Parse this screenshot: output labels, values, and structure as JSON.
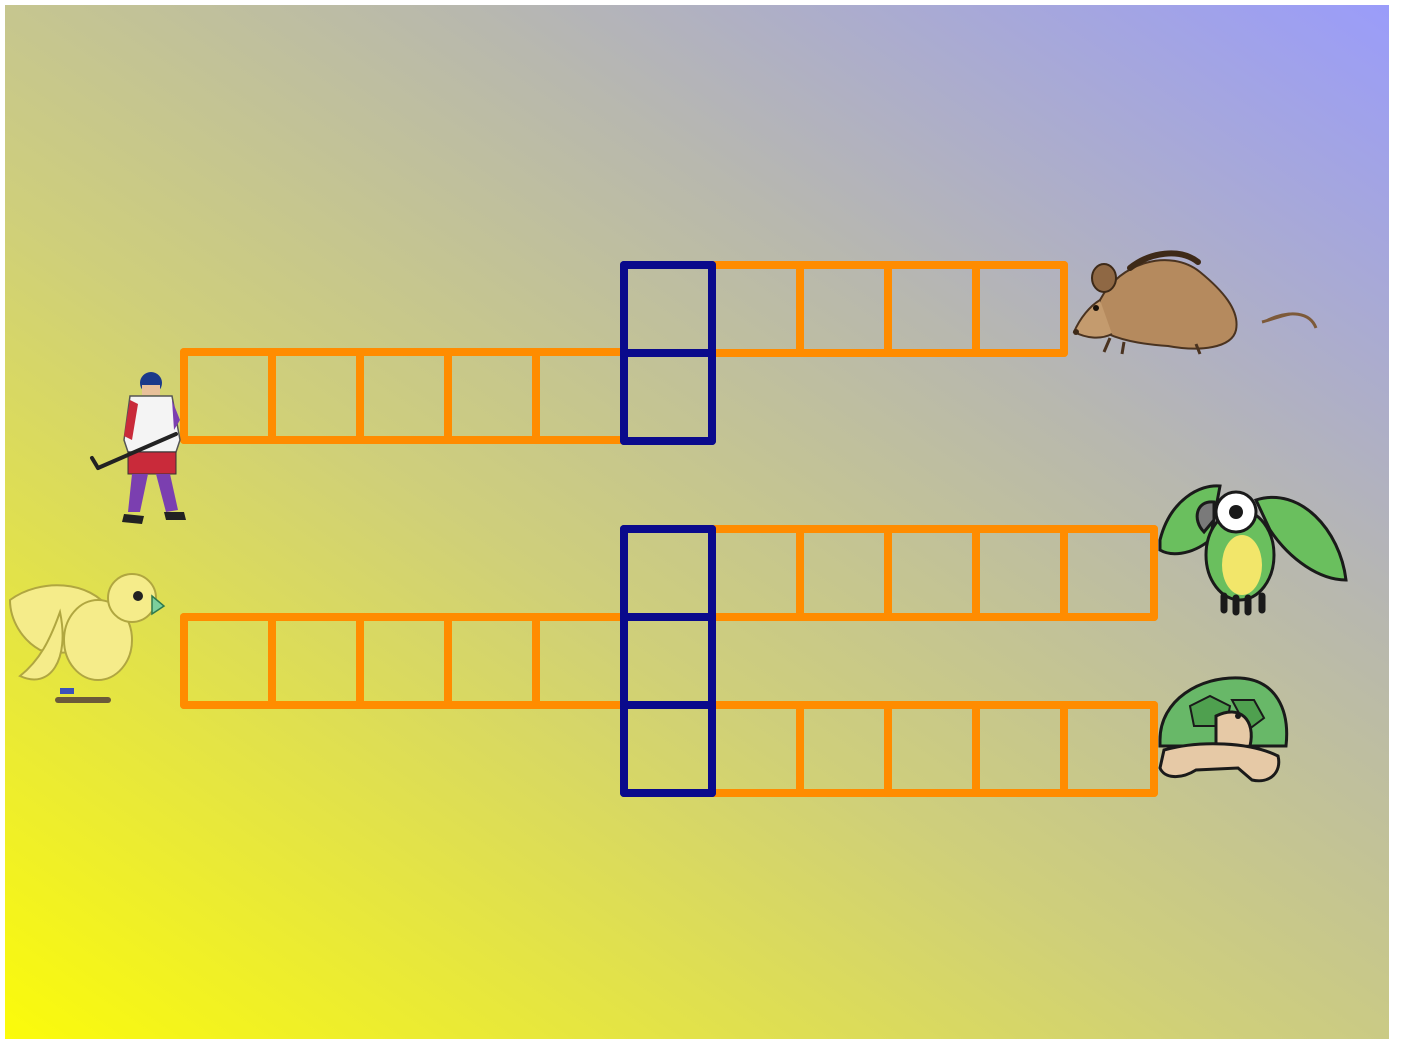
{
  "puzzle": {
    "type": "crossword",
    "keyword_column": "blue",
    "colors": {
      "word_border": "#ff8c00",
      "keyword_border": "#0a0a8c"
    },
    "words": [
      {
        "picture": "mouse-icon",
        "letters": 5,
        "keyword_letter": 1,
        "filled": ""
      },
      {
        "picture": "hockey-player-icon",
        "letters": 6,
        "keyword_letter": 6,
        "filled": ""
      },
      {
        "picture": "parrot-icon",
        "letters": 6,
        "keyword_letter": 1,
        "filled": ""
      },
      {
        "picture": "canary-icon",
        "letters": 6,
        "keyword_letter": 6,
        "filled": ""
      },
      {
        "picture": "turtle-icon",
        "letters": 6,
        "keyword_letter": 1,
        "filled": ""
      }
    ]
  }
}
